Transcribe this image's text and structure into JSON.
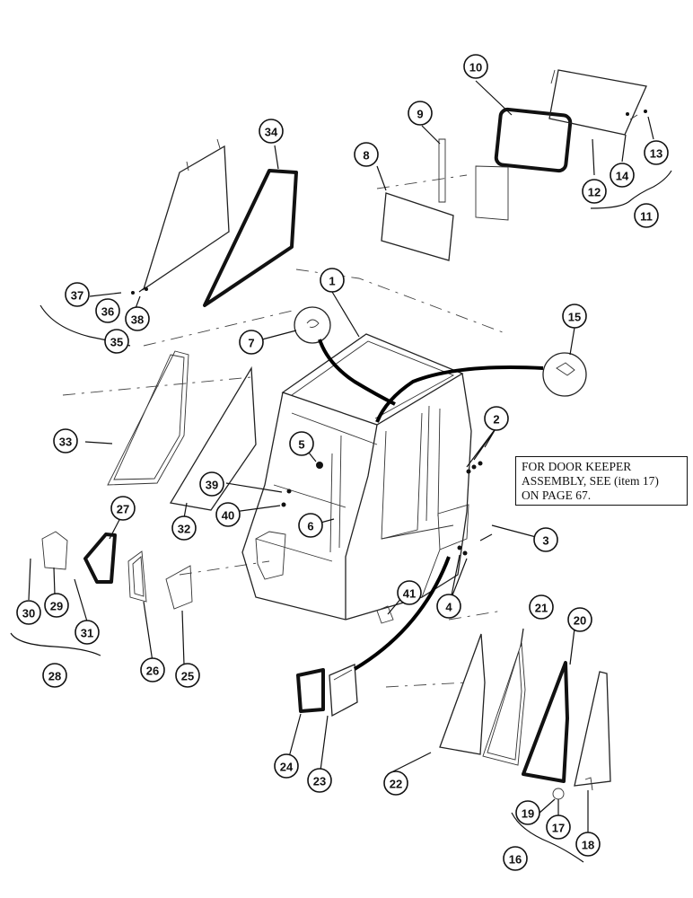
{
  "note": {
    "lines": [
      "FOR DOOR KEEPER",
      "ASSEMBLY, SEE (item 17)",
      "ON PAGE 67."
    ]
  },
  "callouts": [
    "1",
    "2",
    "3",
    "4",
    "5",
    "6",
    "7",
    "8",
    "9",
    "10",
    "11",
    "12",
    "13",
    "14",
    "15",
    "16",
    "17",
    "18",
    "19",
    "20",
    "21",
    "22",
    "23",
    "24",
    "25",
    "26",
    "27",
    "28",
    "29",
    "30",
    "31",
    "32",
    "33",
    "34",
    "35",
    "36",
    "37",
    "38",
    "39",
    "40",
    "41"
  ]
}
